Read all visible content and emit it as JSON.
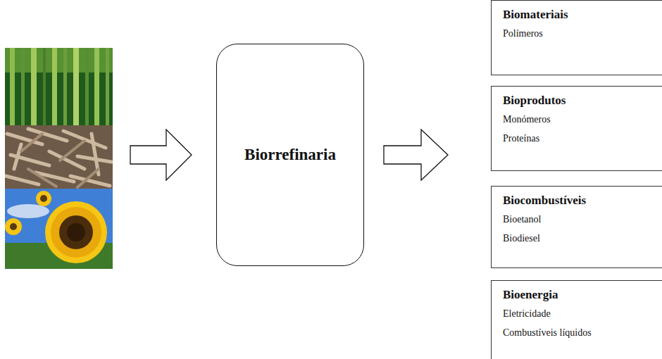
{
  "diagram": {
    "nodes": [
      {
        "text": [
          "Biorrefinaria"
        ]
      },
      {
        "text": [
          "Biomateriais",
          "Polímeros"
        ]
      },
      {
        "text": [
          "Bioprodutos",
          "Monómeros",
          "Proteínas"
        ]
      },
      {
        "text": [
          "Biocombustíveis",
          "Bioetanol",
          "Biodiesel"
        ]
      },
      {
        "text": [
          "Bioenergia",
          "Eletricidade",
          "Combustíveis líquidos"
        ]
      }
    ]
  }
}
